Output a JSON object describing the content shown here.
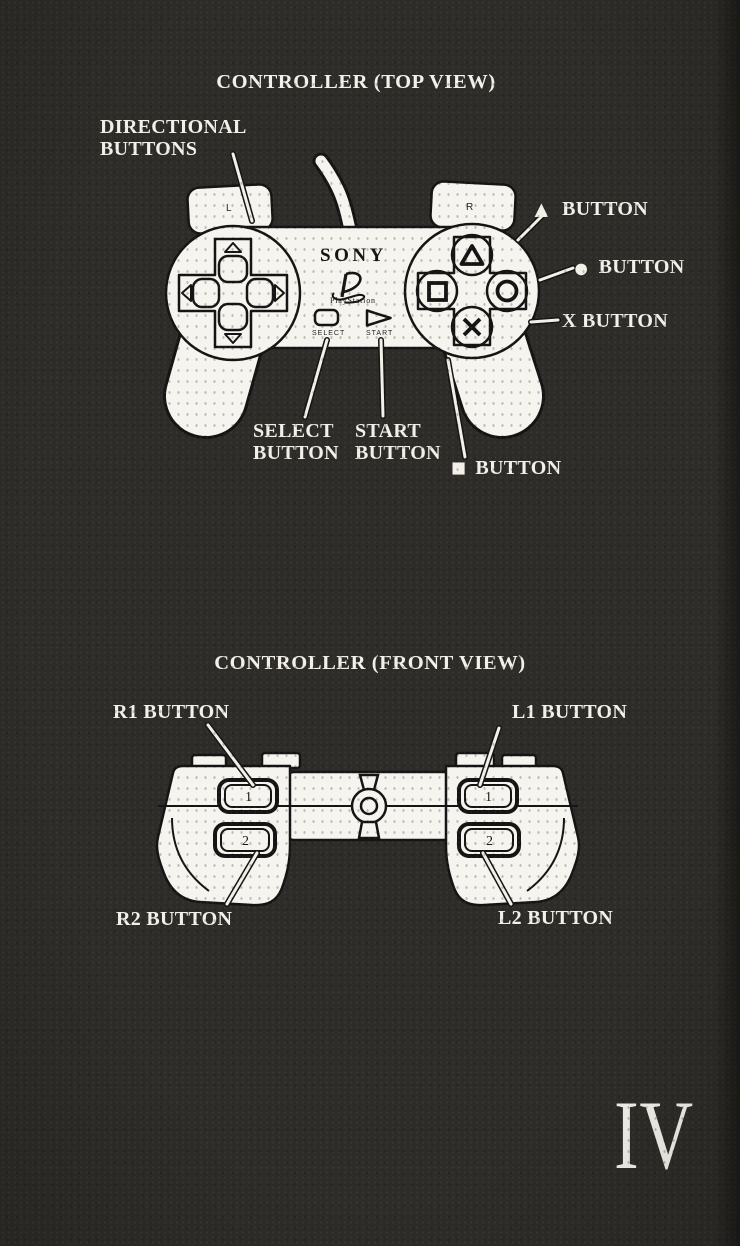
{
  "colors": {
    "background": "#2e2c28",
    "label_ink": "#f3f0e9",
    "artwork_fill": "#f6f4ee",
    "artwork_line": "#141414"
  },
  "top_view": {
    "title": "CONTROLLER (TOP VIEW)",
    "labels": {
      "directional_line1": "DIRECTIONAL",
      "directional_line2": "BUTTONS",
      "triangle_glyph": "▲",
      "triangle_text": "BUTTON",
      "circle_glyph": "●",
      "circle_text": "BUTTON",
      "x_text": "X BUTTON",
      "select_line1": "SELECT",
      "select_line2": "BUTTON",
      "start_line1": "START",
      "start_line2": "BUTTON",
      "square_glyph": "■",
      "square_text": "BUTTON"
    },
    "controller": {
      "brand": "SONY",
      "logo_text": "PlayStation",
      "select_caption": "SELECT",
      "start_caption": "START",
      "left_shoulder": "L",
      "right_shoulder": "R"
    }
  },
  "front_view": {
    "title": "CONTROLLER (FRONT VIEW)",
    "labels": {
      "r1": "R1 BUTTON",
      "l1": "L1 BUTTON",
      "r2": "R2 BUTTON",
      "l2": "L2 BUTTON"
    },
    "buttons": {
      "left_1": "1",
      "left_2": "2",
      "right_1": "1",
      "right_2": "2"
    }
  },
  "page_number": "IV"
}
